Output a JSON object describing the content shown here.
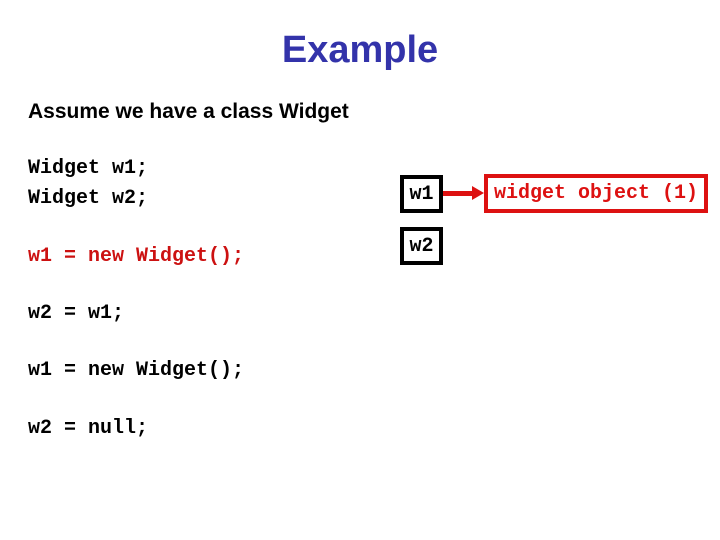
{
  "slide": {
    "title": "Example",
    "subtitle": "Assume we have a class Widget",
    "code_lines": [
      {
        "text": "Widget w1;",
        "emphasis": "normal"
      },
      {
        "text": "Widget w2;",
        "emphasis": "normal"
      },
      {
        "text": "w1 = new Widget();",
        "emphasis": "red"
      },
      {
        "text": "w2 = w1;",
        "emphasis": "normal"
      },
      {
        "text": "w1 = new Widget();",
        "emphasis": "normal"
      },
      {
        "text": "w2 = null;",
        "emphasis": "normal"
      }
    ],
    "diagram": {
      "variable_boxes": [
        {
          "label": "w1"
        },
        {
          "label": "w2"
        }
      ],
      "object_box_label": "widget object (1)"
    },
    "colors": {
      "title_blue": "#3333AA",
      "accent_red": "#DD1111",
      "code_red": "#CC1111",
      "box_border_black": "#000000",
      "background": "#FFFFFF"
    }
  }
}
